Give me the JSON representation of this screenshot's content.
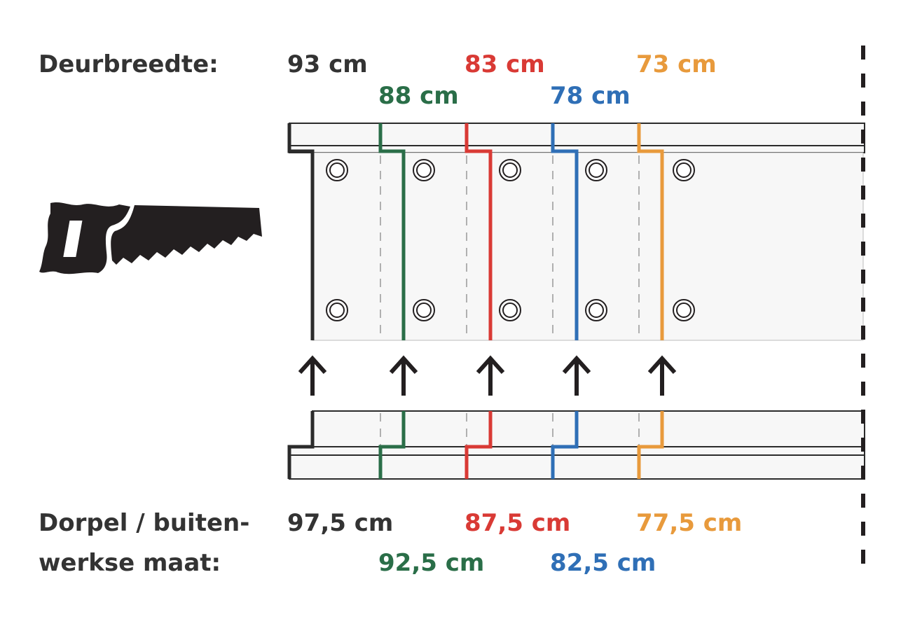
{
  "labels": {
    "door_width_label": "Deurbreedte:",
    "sill_label_line1": "Dorpel / buiten-",
    "sill_label_line2": "werkse maat:"
  },
  "options": [
    {
      "door": "93 cm",
      "sill": "97,5 cm",
      "color": "#2b2b2b"
    },
    {
      "door": "88 cm",
      "sill": "92,5 cm",
      "color": "#2a6e48"
    },
    {
      "door": "83 cm",
      "sill": "87,5 cm",
      "color": "#d93a35"
    },
    {
      "door": "78 cm",
      "sill": "82,5 cm",
      "color": "#2f6fb6"
    },
    {
      "door": "73 cm",
      "sill": "77,5 cm",
      "color": "#e89a3c"
    }
  ],
  "colors": {
    "text": "#333333",
    "panel": "#f7f7f7",
    "outline": "#2b2b2b"
  }
}
